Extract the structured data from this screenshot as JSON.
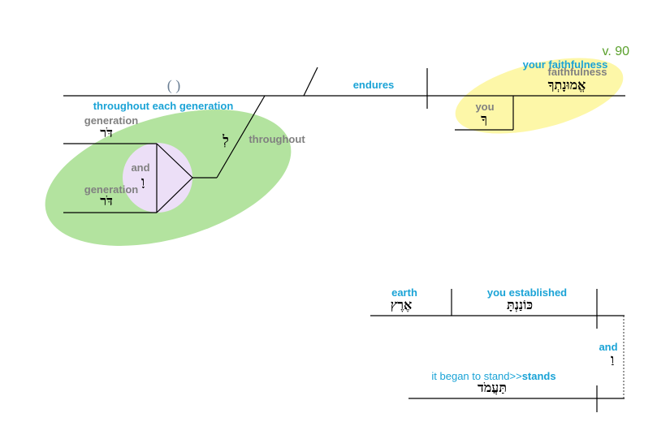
{
  "verse": {
    "label": "v. 90",
    "color": "#5aa02c"
  },
  "colors": {
    "english": "#1aa3d6",
    "gloss": "#808080",
    "green_highlight": "#b3e39f",
    "yellow_highlight": "#fdf7a8",
    "coordination_circle": "#ecdff7"
  },
  "main_clause": {
    "subject_placeholder": "( )",
    "verb": {
      "english": "endures"
    },
    "object": {
      "english": "your faithfulness",
      "gloss": "faithfulness",
      "hebrew": "אֱמוּנָתְךָ"
    },
    "possessor": {
      "gloss": "you",
      "hebrew": "ךָ"
    }
  },
  "modifier_phrase": {
    "english": "throughout each generation",
    "preposition": {
      "gloss": "throughout",
      "hebrew": "לְ"
    },
    "conjunction": {
      "gloss": "and",
      "hebrew": "וָ"
    },
    "generation_1": {
      "gloss": "generation",
      "hebrew": "דֹּר"
    },
    "generation_2": {
      "gloss": "generation",
      "hebrew": "דֹּר"
    }
  },
  "second_clause": {
    "object": {
      "english": "earth",
      "hebrew": "אֶרֶץ"
    },
    "verb": {
      "english": "you established",
      "hebrew": "כּוֹנַנְתָּ"
    },
    "conjunction": {
      "english": "and",
      "hebrew": "וַ"
    },
    "verb_2": {
      "english_plain": "it began to stand>>",
      "english_bold": "stands",
      "hebrew": "תַּעֲמֹד"
    }
  }
}
